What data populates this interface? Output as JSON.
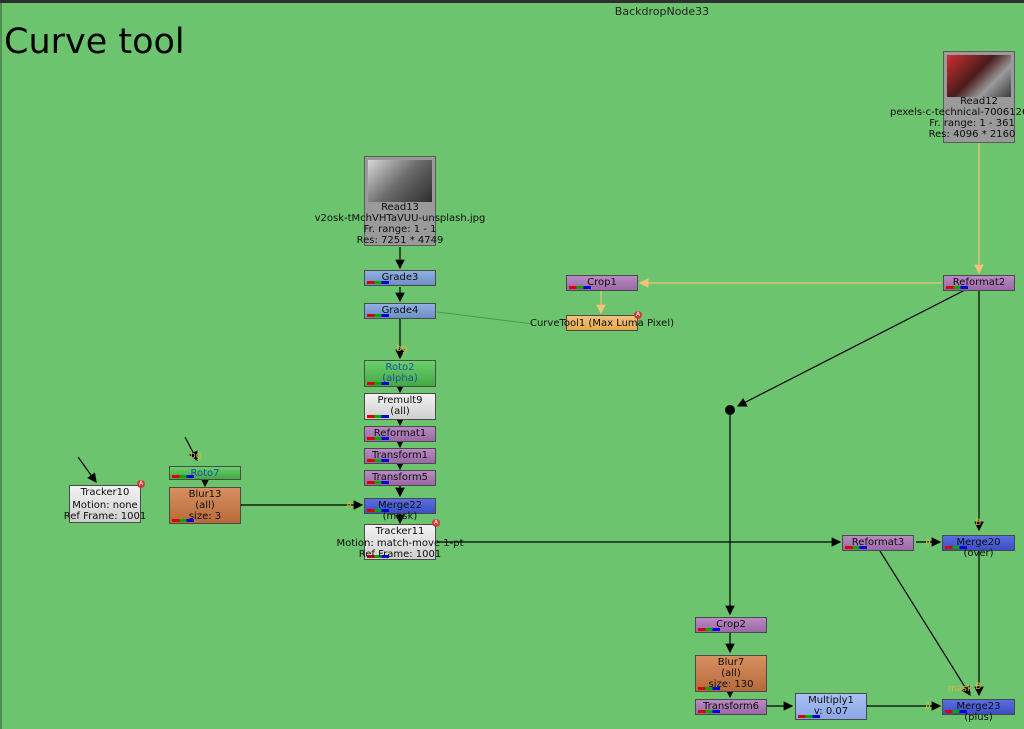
{
  "backdrop": {
    "title": "BackdropNode33",
    "label": "Curve tool"
  },
  "nodes": {
    "read13": {
      "name": "Read13",
      "file": "v2osk-tMchVHTaVUU-unsplash.jpg",
      "range": "Fr. range: 1 - 1",
      "res": "Res: 7251 * 4749"
    },
    "read12": {
      "name": "Read12",
      "file": "pexels-c-technical-7006126",
      "range": "Fr. range: 1 - 361",
      "res": "Res: 4096 * 2160"
    },
    "grade3": "Grade3",
    "grade4": "Grade4",
    "crop1": "Crop1",
    "curvetool1": "CurveTool1 (Max Luma Pixel)",
    "reformat2": "Reformat2",
    "roto2": {
      "name": "Roto2",
      "sub": "(alpha)"
    },
    "premult9": {
      "name": "Premult9",
      "sub": "(all)"
    },
    "reformat1": "Reformat1",
    "transform1": "Transform1",
    "transform5": "Transform5",
    "merge22": "Merge22 (mask)",
    "tracker11": {
      "name": "Tracker11",
      "motion": "Motion: match-move 1-pt",
      "ref": "Ref Frame: 1001"
    },
    "tracker10": {
      "name": "Tracker10",
      "motion": "Motion: none",
      "ref": "Ref Frame: 1001"
    },
    "roto7": "Roto7",
    "blur13": {
      "name": "Blur13",
      "sub": "(all)",
      "size": "size: 3"
    },
    "reformat3": "Reformat3",
    "merge20": "Merge20 (over)",
    "crop2": "Crop2",
    "blur7": {
      "name": "Blur7",
      "sub": "(all)",
      "size": "size: 130"
    },
    "transform6": "Transform6",
    "multiply1": {
      "name": "Multiply1",
      "value": "v: 0.07"
    },
    "merge23": "Merge23 (plus)"
  },
  "pipe_labels": {
    "bg": "bg",
    "b": "B",
    "mask": "mask",
    "a": "A"
  },
  "colors": {
    "backdrop": "#6cc46e",
    "yellow_wire": "#f2c37a",
    "black_wire": "#000000"
  }
}
